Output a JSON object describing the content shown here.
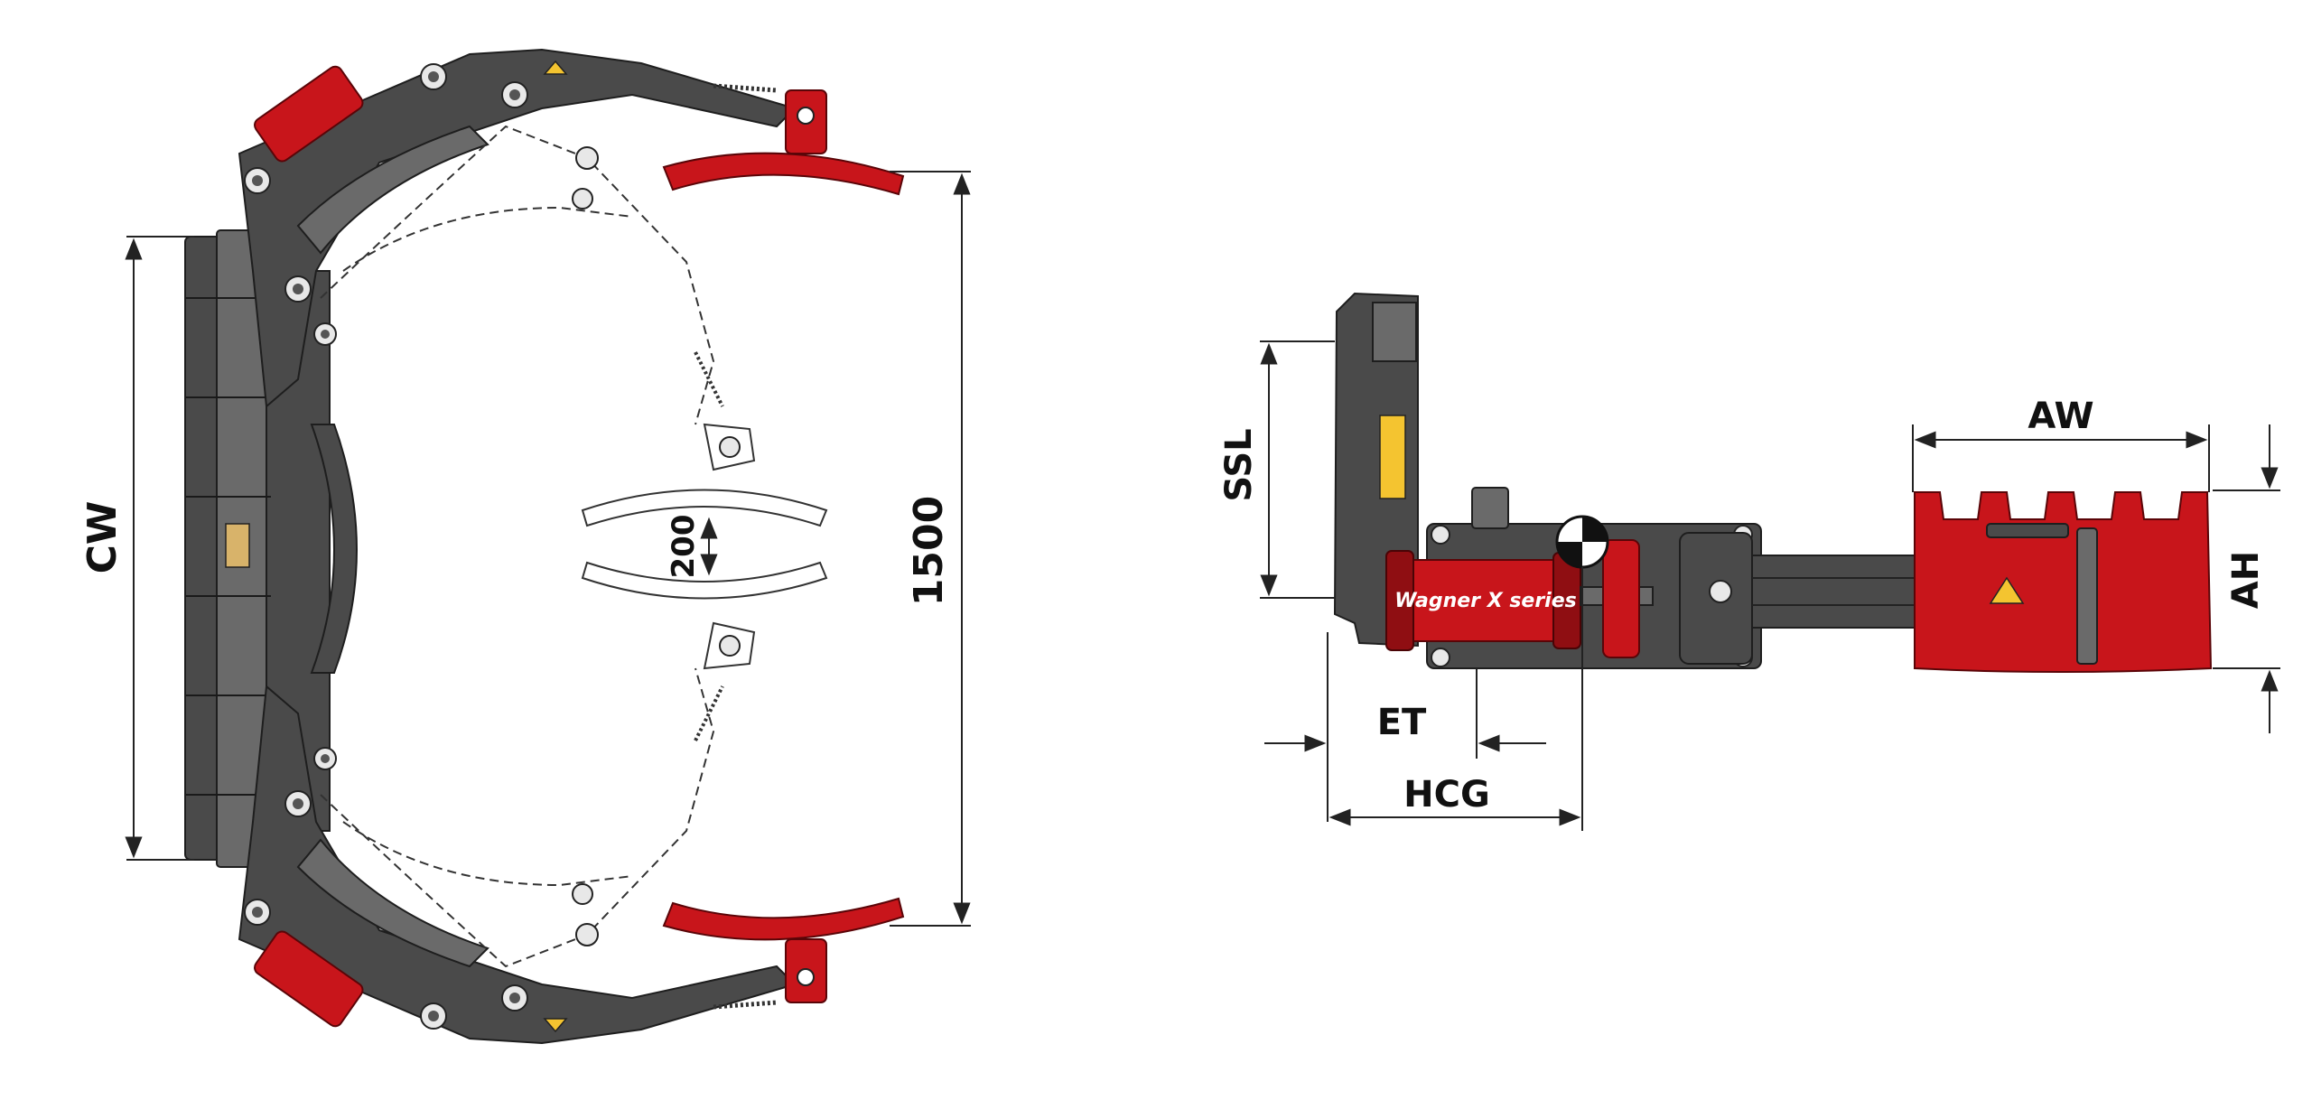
{
  "colors": {
    "attachment_red": "#c8151b",
    "frame_gray": "#4a4a4a",
    "dimension_line": "#222222"
  },
  "front_view": {
    "labels": {
      "carriage_width": "CW",
      "arm_opening": "1500",
      "min_pad_gap": "200"
    }
  },
  "side_view": {
    "labels": {
      "side_shift_length": "SSL",
      "arm_width": "AW",
      "arm_height": "AH",
      "effective_thickness": "ET",
      "horizontal_center_of_gravity": "HCG"
    },
    "brand_text": "Wagner X series"
  }
}
